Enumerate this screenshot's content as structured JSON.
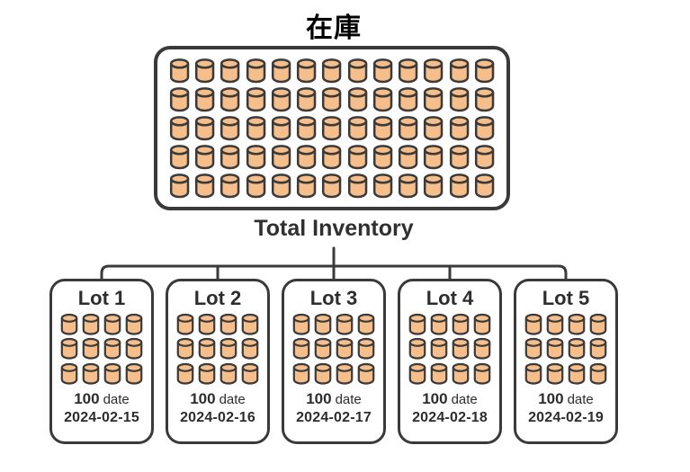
{
  "title": "在庫",
  "total_inventory": {
    "label": "Total Inventory",
    "barrel_rows": 5,
    "barrel_cols": 13,
    "barrel_count": 65
  },
  "lots": [
    {
      "label": "Lot 1",
      "quantity": "100",
      "quantity_unit": "date",
      "date": "2024-02-15",
      "barrel_rows": 3,
      "barrel_cols": 4,
      "barrel_count": 12
    },
    {
      "label": "Lot 2",
      "quantity": "100",
      "quantity_unit": "date",
      "date": "2024-02-16",
      "barrel_rows": 3,
      "barrel_cols": 4,
      "barrel_count": 12
    },
    {
      "label": "Lot 3",
      "quantity": "100",
      "quantity_unit": "date",
      "date": "2024-02-17",
      "barrel_rows": 3,
      "barrel_cols": 4,
      "barrel_count": 12
    },
    {
      "label": "Lot 4",
      "quantity": "100",
      "quantity_unit": "date",
      "date": "2024-02-18",
      "barrel_rows": 3,
      "barrel_cols": 4,
      "barrel_count": 12
    },
    {
      "label": "Lot 5",
      "quantity": "100",
      "quantity_unit": "date",
      "date": "2024-02-19",
      "barrel_rows": 3,
      "barrel_cols": 4,
      "barrel_count": 12
    }
  ],
  "icons": {
    "barrel": "cylinder-barrel-icon"
  },
  "colors": {
    "background": "#FFFFFF",
    "barrel_fill": "#F6BE8B",
    "outline": "#3A3A3A",
    "title_text": "#000000",
    "label_text": "#2D2D2D"
  }
}
